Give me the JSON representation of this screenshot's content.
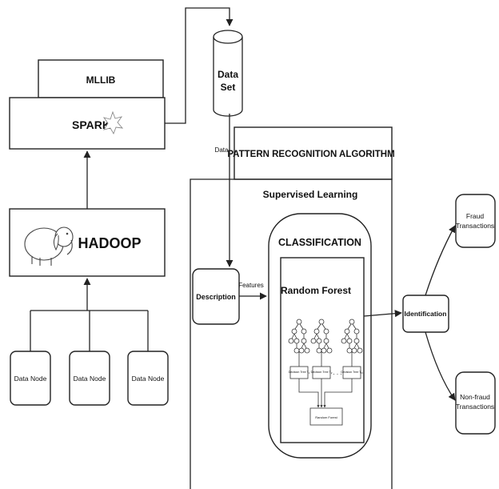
{
  "mllib": "MLLIB",
  "spark": "SPARK",
  "hadoop": "HADOOP",
  "data_nodes": [
    "Data Node",
    "Data Node",
    "Data Node"
  ],
  "dataset": [
    "Data",
    "Set"
  ],
  "data_label": "Data",
  "pattern_title": "PATTERN RECOGNITION ALGORITHM",
  "supervised": "Supervised Learning",
  "classification": "CLASSIFICATION",
  "random_forest": "Random Forest",
  "description": "Description",
  "features": "Features",
  "identification": "Identification",
  "fraud": [
    "Fraud",
    "Transactions"
  ],
  "nonfraud": [
    "Non-fraud",
    "Transactions"
  ],
  "trees": [
    "Decision Tree T",
    "Decision Tree T",
    "Decision Tree T"
  ],
  "tree_subs": [
    "1",
    "2",
    "N"
  ],
  "ellipsis": ". . .",
  "rf_label": "Random Forest"
}
